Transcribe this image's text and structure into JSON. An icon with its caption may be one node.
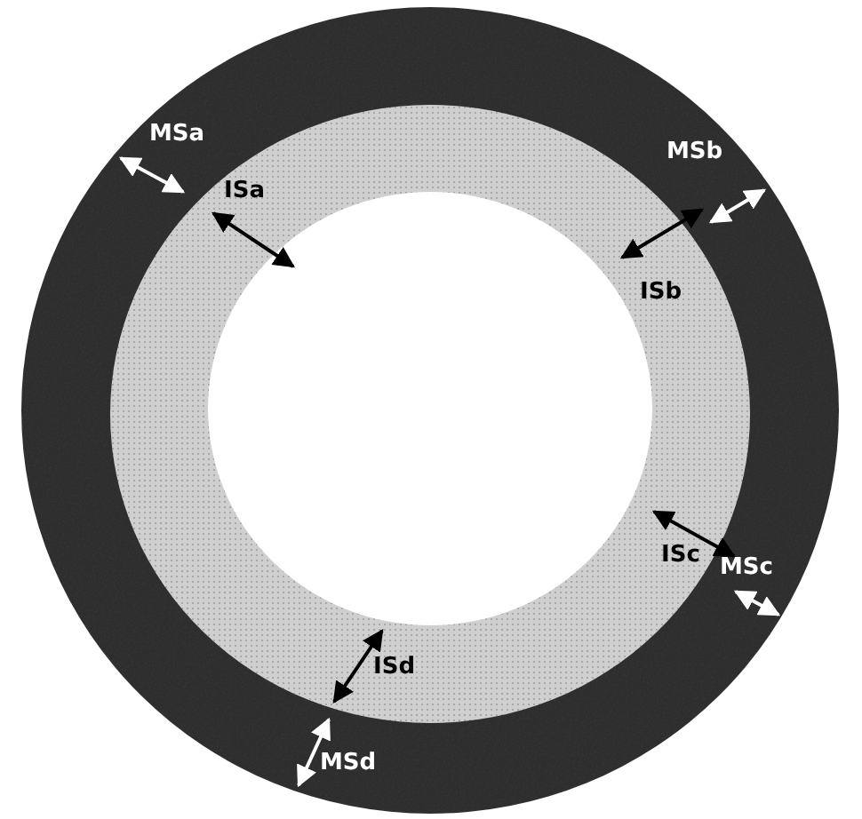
{
  "diagram": {
    "labels": [
      "MSa",
      "ISa",
      "MSb",
      "ISb",
      "ISc",
      "MSc",
      "ISd",
      "MSd"
    ]
  }
}
